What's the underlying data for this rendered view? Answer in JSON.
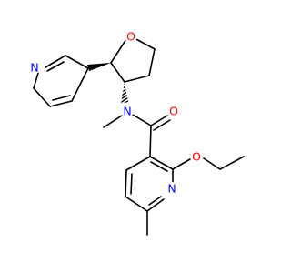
{
  "colors": {
    "background": "#ffffff",
    "bond": "#000000",
    "oxygen": "#ff0000",
    "nitrogen": "#0000ff"
  },
  "atoms": [
    {
      "id": "o_ring",
      "label": "O",
      "element": "O"
    },
    {
      "id": "n_pyridine_top",
      "label": "N",
      "element": "N"
    },
    {
      "id": "n_amide",
      "label": "N",
      "element": "N"
    },
    {
      "id": "o_carbonyl",
      "label": "O",
      "element": "O"
    },
    {
      "id": "o_ether",
      "label": "O",
      "element": "O"
    },
    {
      "id": "n_pyridine_bottom",
      "label": "N",
      "element": "N"
    }
  ]
}
